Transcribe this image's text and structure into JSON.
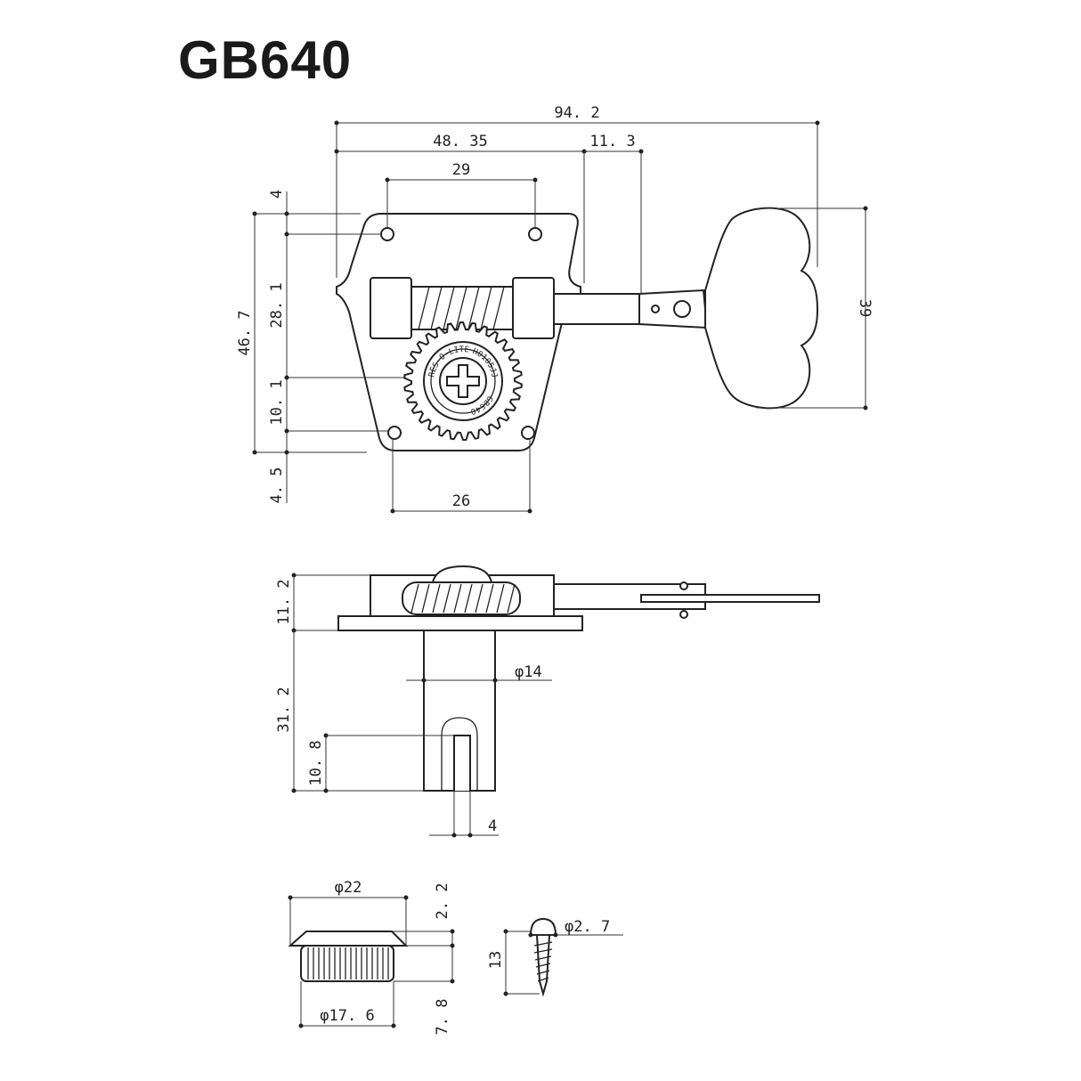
{
  "title": "GB640",
  "gear_text": {
    "top": "RES-O-LITE",
    "side": "H0105JJ",
    "bottom": "GB640"
  },
  "dimensions": {
    "total_length": "94. 2",
    "post_offset": "48. 35",
    "shaft_gap": "11. 3",
    "top_hole_spacing": "29",
    "bottom_hole_spacing": "26",
    "top_margin": "4",
    "plate_height": "46. 7",
    "worm_center": "28. 1",
    "lower_hole_offset": "10. 1",
    "bottom_margin": "4. 5",
    "button_height": "39",
    "housing_height": "11. 2",
    "post_length": "31. 2",
    "slot_depth": "10. 8",
    "post_diameter": "φ14",
    "slot_width": "4",
    "bushing_top_diameter": "φ22",
    "bushing_body_diameter": "φ17. 6",
    "bushing_flange": "2. 2",
    "bushing_height": "7. 8",
    "screw_diameter": "φ2. 7",
    "screw_length": "13"
  }
}
